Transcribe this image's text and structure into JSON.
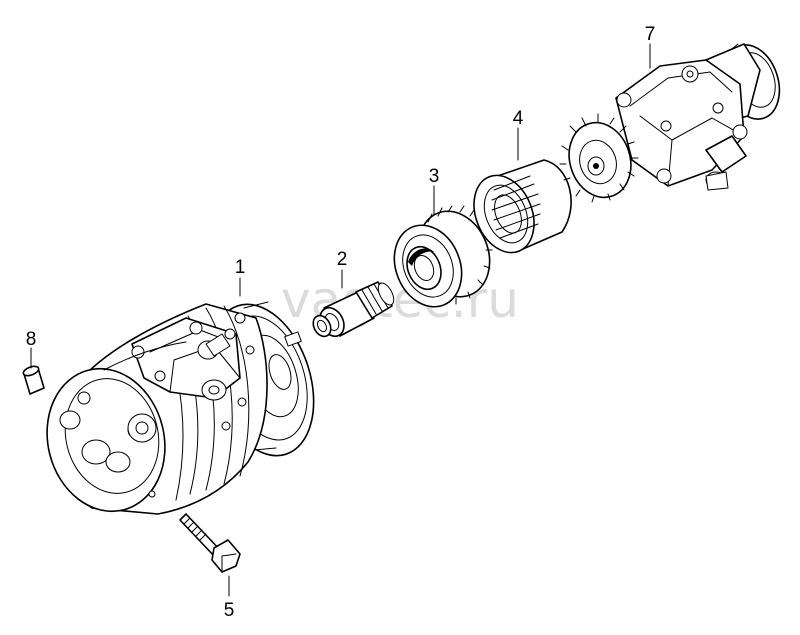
{
  "watermark": "vagtec.ru",
  "callouts": [
    {
      "id": "1",
      "text": "1"
    },
    {
      "id": "2",
      "text": "2"
    },
    {
      "id": "3",
      "text": "3"
    },
    {
      "id": "4",
      "text": "4"
    },
    {
      "id": "5",
      "text": "5"
    },
    {
      "id": "7",
      "text": "7"
    },
    {
      "id": "8",
      "text": "8"
    }
  ]
}
